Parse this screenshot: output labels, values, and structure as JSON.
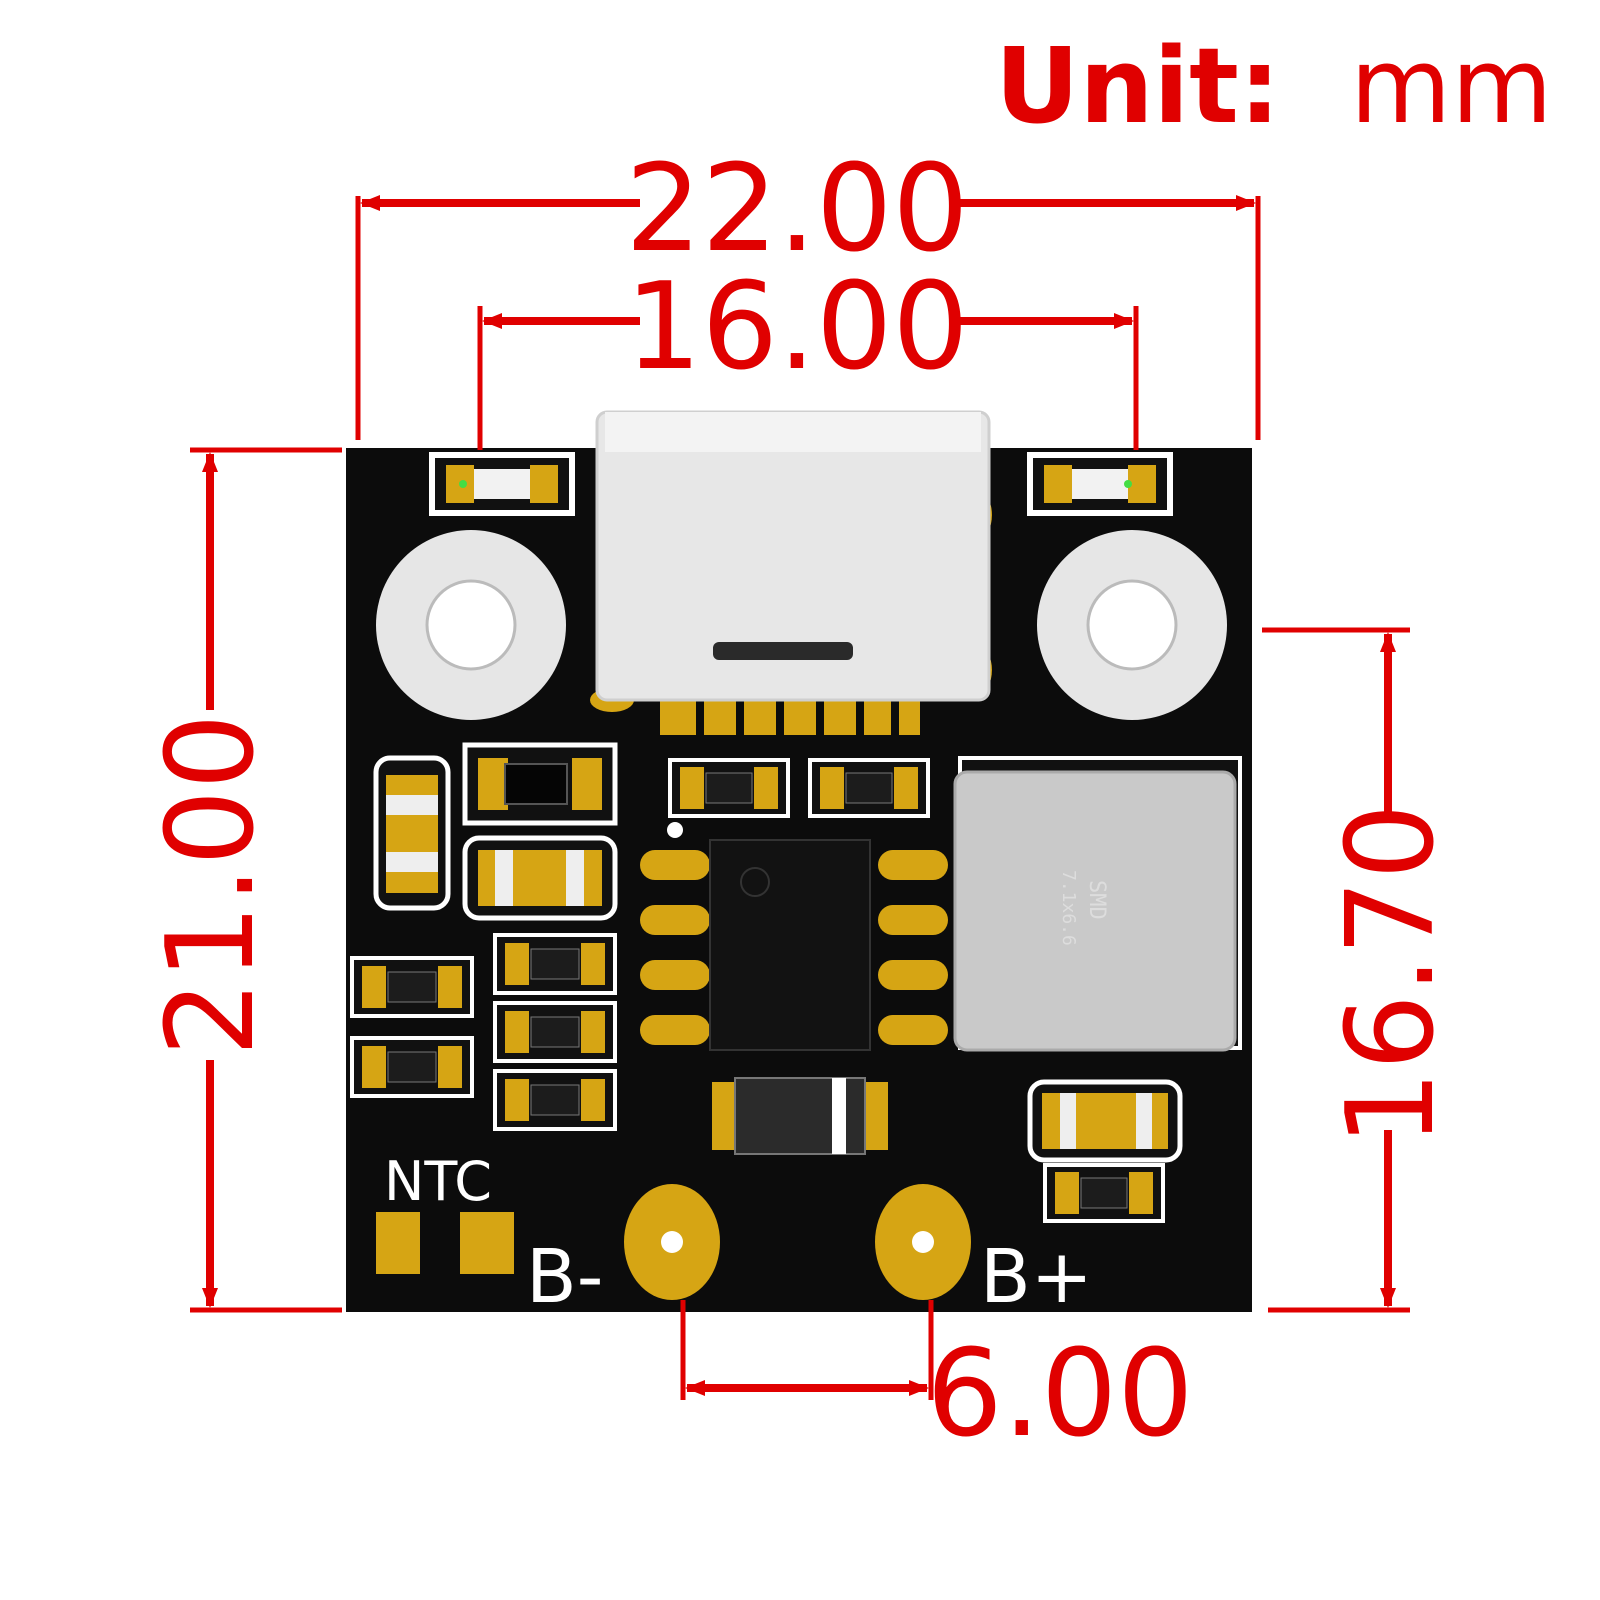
{
  "unit": {
    "label": "Unit:",
    "value": "mm"
  },
  "dimensions": {
    "board_width": "22.00",
    "mount_hole_spacing": "16.00",
    "board_height": "21.00",
    "right_height": "16.70",
    "battery_pad_spacing": "6.00"
  },
  "silkscreen": {
    "ntc": "NTC",
    "b_minus": "B-",
    "b_plus": "B+",
    "inductor_line1": "SMD",
    "inductor_line2": "7.1x6.6"
  },
  "colors": {
    "dimension": "#e00000",
    "board": "#0c0c0c",
    "pad_gold": "#d6a514",
    "silk": "#ffffff",
    "usb_shell": "#e7e7e7",
    "inductor": "#c9c9c9"
  }
}
